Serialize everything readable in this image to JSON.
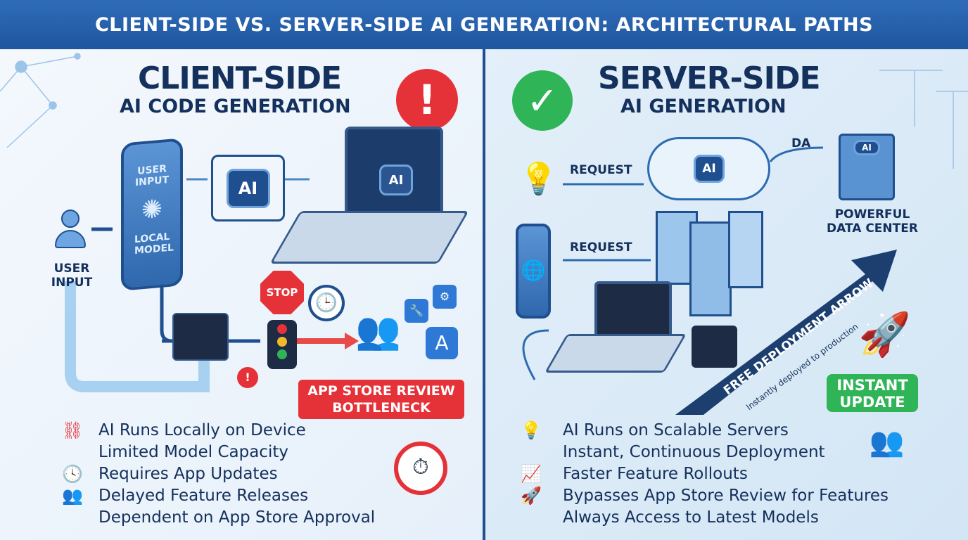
{
  "title": "CLIENT-SIDE VS. SERVER-SIDE AI GENERATION: ARCHITECTURAL PATHS",
  "colors": {
    "title_bar": "#2462ad",
    "navy": "#14305c",
    "red": "#e53238",
    "green": "#2fb457"
  },
  "client": {
    "heading": "CLIENT-SIDE",
    "subheading": "AI CODE GENERATION",
    "status_icon": "exclamation-circle-icon",
    "user_input_label": "USER INPUT",
    "phone_text_top": "USER INPUT",
    "phone_text_bottom": "LOCAL MODEL",
    "ai_chip": "AI",
    "laptop_ai": "AI",
    "stop_sign": "STOP",
    "bottleneck": "APP STORE REVIEW BOTTLENECK",
    "bullets": [
      {
        "icon": "broken-link-icon",
        "text": "AI Runs Locally on Device"
      },
      {
        "icon": "none",
        "text": "Limited Model Capacity"
      },
      {
        "icon": "clock-icon",
        "text": "Requires App Updates"
      },
      {
        "icon": "people-icon",
        "text": "Delayed Feature Releases"
      },
      {
        "icon": "none",
        "text": "Dependent on App Store Approval"
      }
    ]
  },
  "server": {
    "heading": "SERVER-SIDE",
    "subheading": "AI GENERATION",
    "status_icon": "checkmark-circle-icon",
    "request_1": "REQUEST",
    "request_2": "REQUEST",
    "data_label": "DA",
    "cloud_ai": "AI",
    "datacenter_ai": "AI",
    "datacenter_label": "POWERFUL DATA CENTER",
    "arrow_title": "FREE DEPLOYMENT ARROW",
    "arrow_subtitle": "Instantly deployed to production",
    "instant_update": "INSTANT UPDATE",
    "bullets": [
      {
        "icon": "lightbulb-icon",
        "text": "AI Runs on Scalable Servers"
      },
      {
        "icon": "none",
        "text": "Instant, Continuous Deployment"
      },
      {
        "icon": "growth-chart-icon",
        "text": "Faster Feature Rollouts"
      },
      {
        "icon": "rocket-icon",
        "text": "Bypasses App Store Review for Features"
      },
      {
        "icon": "none",
        "text": "Always Access to Latest Models"
      }
    ]
  }
}
